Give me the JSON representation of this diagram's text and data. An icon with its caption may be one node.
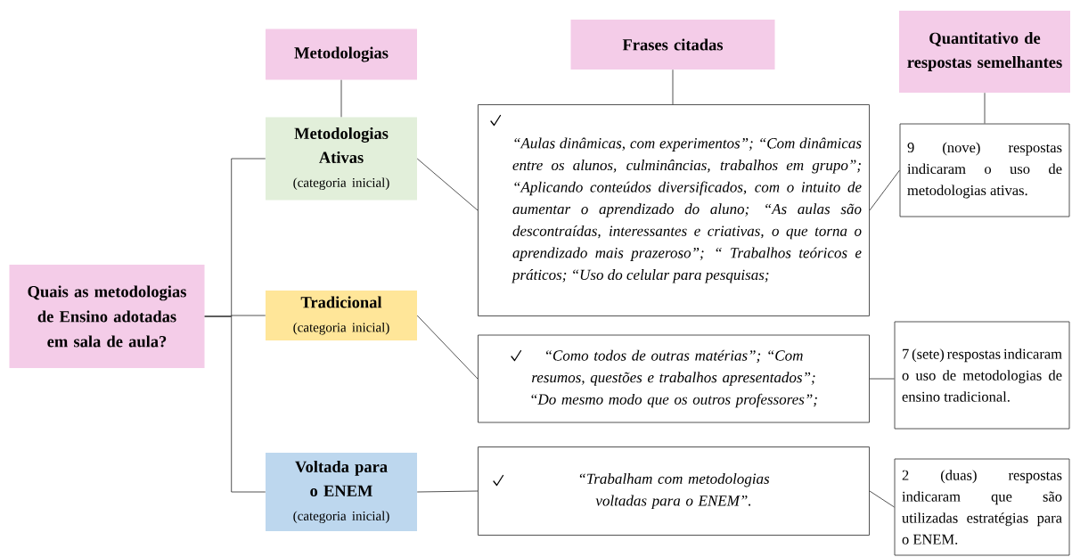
{
  "diagram": {
    "nodes": [
      {
        "text": [
          "Metodologias"
        ]
      },
      {
        "text": [
          "Frases citadas"
        ]
      },
      {
        "text": [
          "Quantitativo de respostas semelhantes"
        ]
      },
      {
        "text": [
          "Quais as metodologias de Ensino adotadas em sala de aula?"
        ]
      },
      {
        "text": [
          "Metodologias Ativas",
          "(categoria inicial)"
        ]
      },
      {
        "text": [
          "Tradicional",
          "(categoria inicial)"
        ]
      },
      {
        "text": [
          "Voltada para o ENEM",
          "(categoria inicial)"
        ]
      },
      {
        "text": [
          "“Aulas dinâmicas, com experimentos”; “Com dinâmicas entre os alunos, culminâncias, trabalhos em grupo”; “Aplicando conteúdos diversificados, com o intuito de aumentar o aprendizado do aluno; “As aulas são descontraídas, interessantes e criativas, o que torna o aprendizado mais prazeroso”; “ Trabalhos teóricos e práticos; “Uso do celular para pesquisas;"
        ]
      },
      {
        "text": [
          "9 (nove) respostas indicaram o uso de metodologias ativas."
        ]
      },
      {
        "text": [
          "“Como todos de outras matérias”; “Com resumos, questões e trabalhos apresentados”; “Do mesmo modo que os outros professores”;"
        ]
      },
      {
        "text": [
          "7 (sete) respostas indicaram o uso de metodologias de ensino tradicional."
        ]
      },
      {
        "text": [
          "“Trabalham com metodologias voltadas para o ENEM”."
        ]
      },
      {
        "text": [
          "2 (duas) respostas indicaram que são utilizadas estratégias para o ENEM."
        ]
      }
    ],
    "edges": [
      {
        "from": 0,
        "to": 4,
        "arrow": "none"
      },
      {
        "from": 1,
        "to": 7,
        "arrow": "none"
      },
      {
        "from": 2,
        "to": 8,
        "arrow": "none"
      },
      {
        "from": 3,
        "to": 4,
        "arrow": "none"
      },
      {
        "from": 3,
        "to": 5,
        "arrow": "none"
      },
      {
        "from": 3,
        "to": 6,
        "arrow": "none"
      },
      {
        "from": 4,
        "to": 7,
        "arrow": "none"
      },
      {
        "from": 7,
        "to": 8,
        "arrow": "none"
      },
      {
        "from": 5,
        "to": 9,
        "arrow": "none"
      },
      {
        "from": 9,
        "to": 10,
        "arrow": "none"
      },
      {
        "from": 6,
        "to": 11,
        "arrow": "none"
      },
      {
        "from": 11,
        "to": 12,
        "arrow": "none"
      }
    ]
  }
}
